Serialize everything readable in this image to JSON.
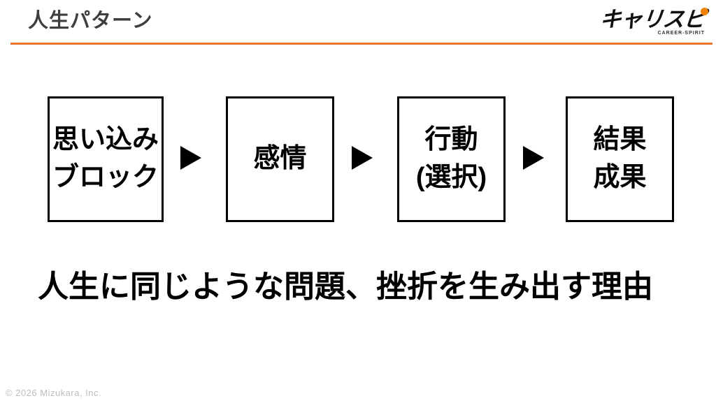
{
  "slide": {
    "title": "人生パターン",
    "footer": "© 2026 Mizukara, Inc."
  },
  "logo": {
    "text": "キャリスピ",
    "subtext": "CAREER-SPIRIT",
    "dot_icon": "orange-circle"
  },
  "colors": {
    "accent_orange": "#e8762c",
    "logo_dot_orange": "#f28300",
    "title_gray": "#3e3e3e",
    "footer_gray": "#bdbdbd",
    "box_border": "#000000"
  },
  "flow": {
    "arrow_icon": "▶",
    "boxes": [
      {
        "lines": [
          "思い込み",
          "ブロック"
        ]
      },
      {
        "lines": [
          "感情"
        ]
      },
      {
        "lines": [
          "行動",
          "(選択)"
        ]
      },
      {
        "lines": [
          "結果",
          "成果"
        ]
      }
    ]
  },
  "statement": "人生に同じような問題、挫折を生み出す理由"
}
